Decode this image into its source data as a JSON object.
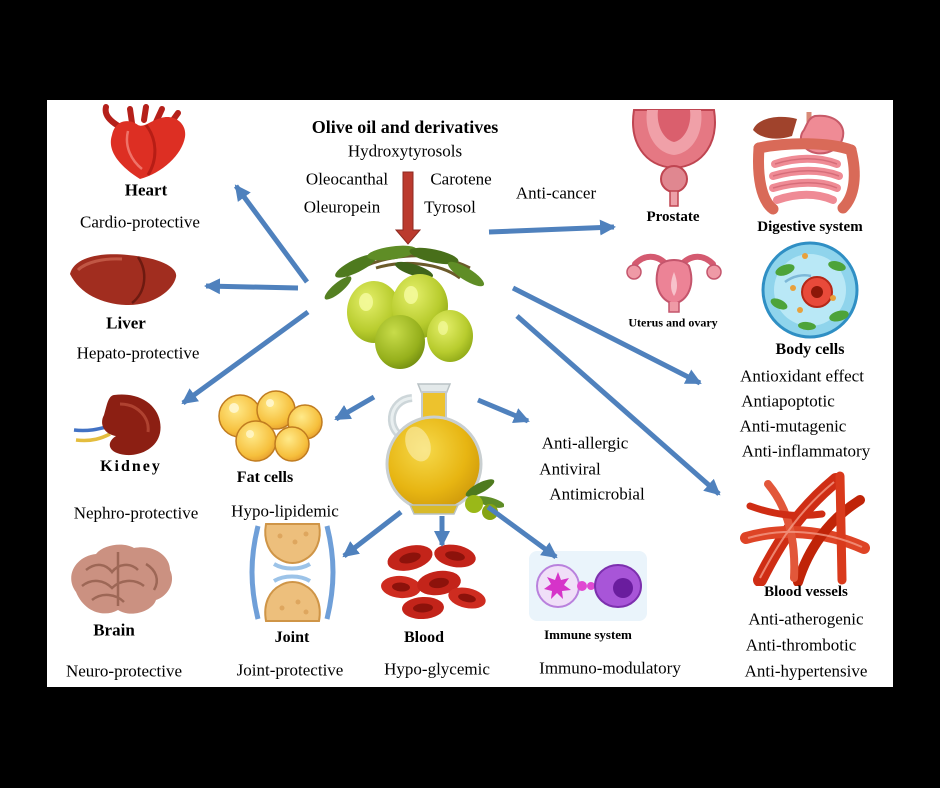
{
  "colors": {
    "background": "#000000",
    "panel": "#ffffff",
    "arrow_blue": "#4f81bd",
    "center_arrow_red": "#bb3a2e",
    "text": "#000000"
  },
  "center": {
    "title": "Olive oil and derivatives",
    "compounds": {
      "top": "Hydroxytyrosols",
      "mid_left": "Oleocanthal",
      "mid_right": "Carotene",
      "bottom_left": "Oleuropein",
      "bottom_right": "Tyrosol"
    },
    "images": {
      "olives_icon": "olives-illustration",
      "oil_jug_icon": "olive-oil-jug-illustration"
    }
  },
  "annotations": {
    "anti_cancer": "Anti-cancer",
    "antimicrobial_list": [
      "Anti-allergic",
      "Antiviral",
      "Antimicrobial"
    ]
  },
  "organs": {
    "heart": {
      "label": "Heart",
      "effect": "Cardio-protective",
      "icon": "heart-illustration"
    },
    "liver": {
      "label": "Liver",
      "effect": "Hepato-protective",
      "icon": "liver-illustration"
    },
    "kidney": {
      "label": "Kidney",
      "effect": "Nephro-protective",
      "icon": "kidney-illustration"
    },
    "fat_cells": {
      "label": "Fat cells",
      "effect": "Hypo-lipidemic",
      "icon": "fat-cells-illustration"
    },
    "brain": {
      "label": "Brain",
      "effect": "Neuro-protective",
      "icon": "brain-illustration"
    },
    "joint": {
      "label": "Joint",
      "effect": "Joint-protective",
      "icon": "joint-illustration"
    },
    "blood": {
      "label": "Blood",
      "effect": "Hypo-glycemic",
      "icon": "blood-cells-illustration"
    },
    "immune_system": {
      "label": "Immune system",
      "effect": "Immuno-modulatory",
      "icon": "immune-system-illustration"
    },
    "prostate": {
      "label": "Prostate",
      "icon": "prostate-illustration"
    },
    "uterus_ovary": {
      "label": "Uterus and ovary",
      "icon": "uterus-ovary-illustration"
    },
    "digestive_system": {
      "label": "Digestive system",
      "icon": "digestive-system-illustration"
    },
    "body_cells": {
      "label": "Body cells",
      "effects": [
        "Antioxidant effect",
        "Antiapoptotic",
        "Anti-mutagenic",
        "Anti-inflammatory"
      ],
      "icon": "body-cell-illustration"
    },
    "blood_vessels": {
      "label": "Blood vessels",
      "effects": [
        "Anti-atherogenic",
        "Anti-thrombotic",
        "Anti-hypertensive"
      ],
      "icon": "blood-vessels-illustration"
    }
  }
}
